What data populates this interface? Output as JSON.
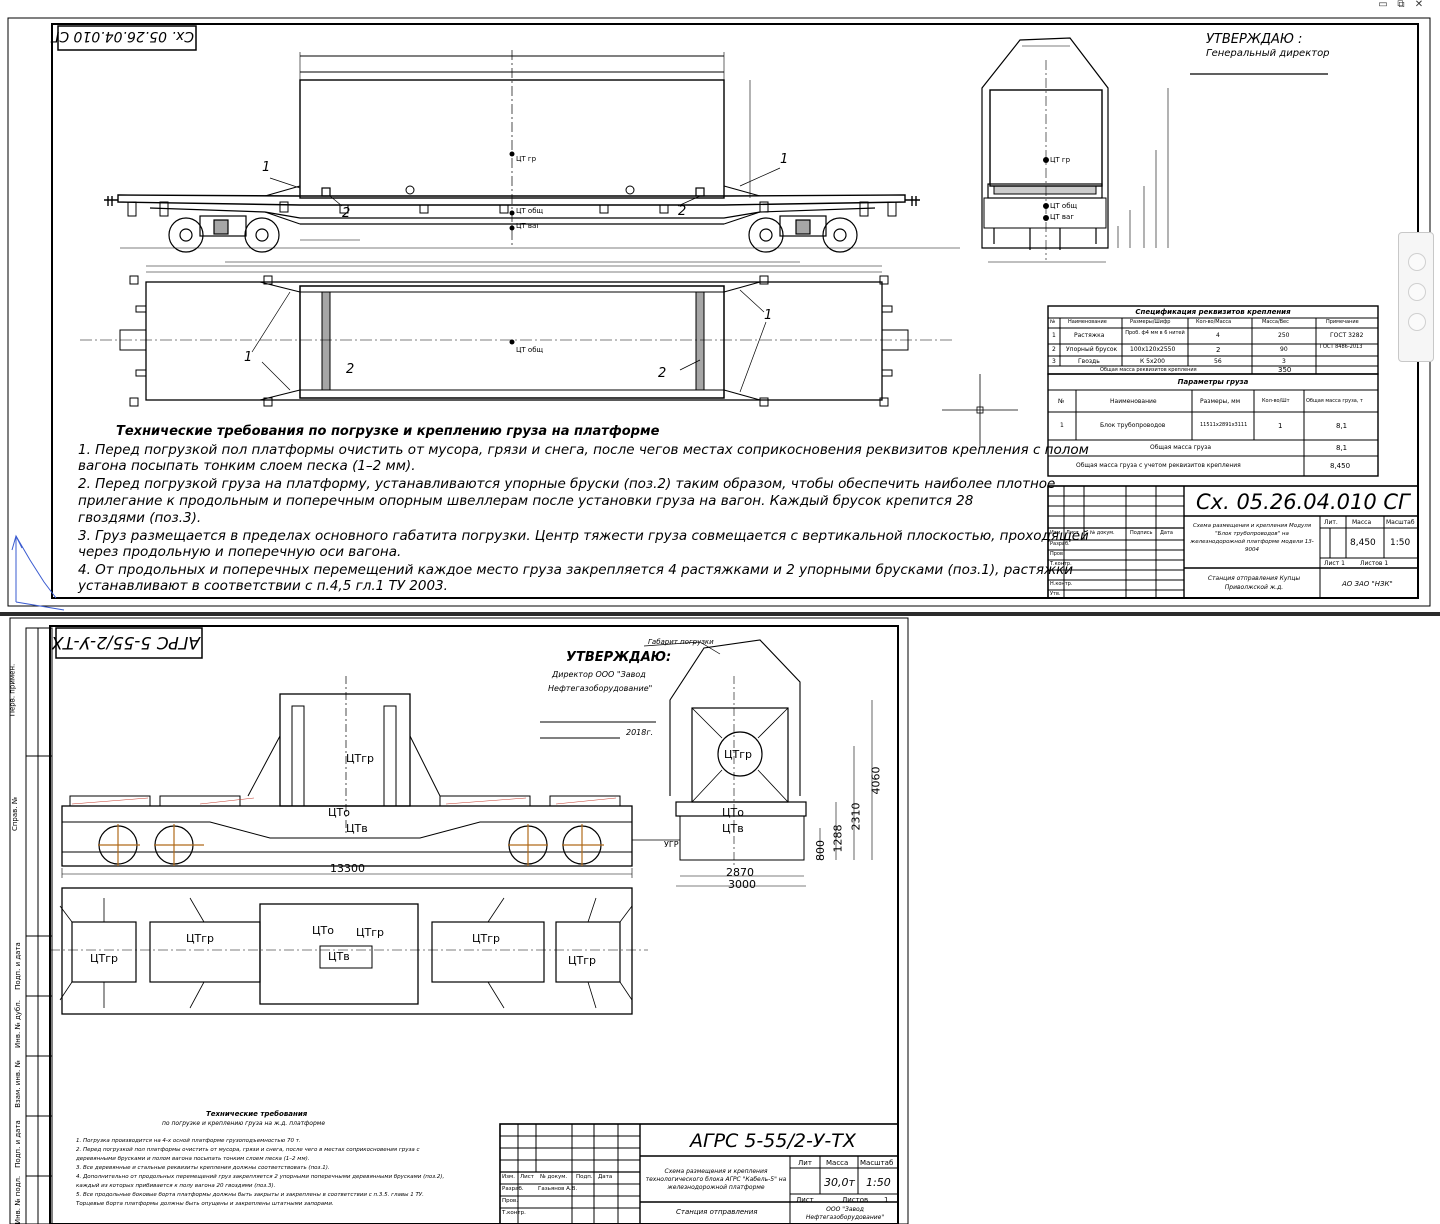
{
  "window_controls": {
    "restore": "▭",
    "minimize": "⧉",
    "close": "✕"
  },
  "sheet1": {
    "stamp_code_rotated": "Сх. 05.26.04.010 СГ",
    "approve_title": "УТВЕРЖДАЮ :",
    "approve_subtitle": "Генеральный директор",
    "labels": {
      "n1": "1",
      "n2": "2",
      "cg_cargo": "ЦТ гр",
      "cg_wagon": "ЦТ ваг",
      "cg_common": "ЦТ общ"
    },
    "requirements_title": "Технические требования по погрузке и креплению груза на платформе",
    "requirements": [
      "1.  Перед погрузкой пол платформы очистить от мусора, грязи и снега, после чегов местах соприкосновения реквизитов крепления с полом",
      "     вагона посыпать тонким слоем песка  (1–2 мм).",
      "2.  Перед погрузкой груза на платформу, устанавливаются упорные бруски (поз.2) таким образом, чтобы обеспечить наиболее плотное",
      "     прилегание к продольным и поперечным опорным швеллерам после установки груза на вагон. Каждый брусок крепится  28",
      "     гвоздями (поз.3).",
      "3.  Груз размещается в пределах основного габатита погрузки. Центр тяжести груза совмещается с вертикальной плоскостью, проходящей",
      "     через продольную и поперечную оси вагона.",
      "4.  От продольных и поперечных перемещений каждое место груза закрепляется  4  растяжками и 2  упорными брусками  (поз.1),  растяжки",
      "     устанавливают в соответствии с п.4,5  гл.1  ТУ  2003."
    ],
    "spec_table": {
      "title": "Спецификация реквизитов крепления",
      "headers": [
        "№",
        "Наименование",
        "Размеры/Шифр",
        "Кол-во/Масса",
        "Масса/Вес",
        "Примечание"
      ],
      "rows": [
        [
          "1",
          "Растяжка",
          "Проб. ф4 мм в 6 нитей",
          "4",
          "250",
          "ГОСТ 3282"
        ],
        [
          "2",
          "Упорный брусок",
          "100х120х2550",
          "2",
          "90",
          "ГОСТ 8486-2013"
        ],
        [
          "3",
          "Гвоздь",
          "К 5х200",
          "56",
          "3",
          ""
        ]
      ],
      "total_label": "Общая масса реквизитов крепления",
      "total_value": "350"
    },
    "cargo_table": {
      "title": "Параметры груза",
      "headers": [
        "№",
        "Наименование",
        "Размеры, мм",
        "Кол-во/Шт",
        "Общая масса груза, т"
      ],
      "rows": [
        [
          "1",
          "Блок трубопроводов",
          "11511х2891х3111",
          "1",
          "8,1"
        ]
      ],
      "total_mass_label": "Общая масса груза",
      "total_mass_value": "8,1",
      "total_with_label": "Общая масса груза с учетом реквизитов крепления",
      "total_with_value": "8,450"
    },
    "title_block": {
      "code": "Сх. 05.26.04.010 СГ",
      "description": "Схема размещения и крепления Модуля \"Блок трубопроводов\" на железнодорожной платформе модели 13-9004",
      "col_heads": [
        "Изм.",
        "Лист",
        "№ докум.",
        "Подпись",
        "Дата"
      ],
      "rows": [
        "Разраб.",
        "Пров.",
        "Т.контр.",
        "Н.контр.",
        "Утв."
      ],
      "lit_label": "Лит.",
      "mass_label": "Масса",
      "scale_label": "Масштаб",
      "mass": "8,450",
      "scale": "1:50",
      "sheet": "Лист   1",
      "sheets": "Листов   1",
      "station": "Станция отправления Купцы Приволжской ж.д.",
      "company": "АО ЗАО \"НЗК\""
    }
  },
  "sheet2": {
    "stamp_code_rotated": "АГРС 5-55/2-У-ТХ",
    "approve_title": "УТВЕРЖДАЮ:",
    "approve_line1": "Директор ООО \"Завод",
    "approve_line2": "Нефтегазоборудование\"",
    "approve_year": "2018г.",
    "gabarit_label": "Габарит погрузки",
    "labels": {
      "cg_cargo": "ЦТгр",
      "cg_common": "ЦТо",
      "cg_wagon": "ЦТв",
      "ugr": "УГР"
    },
    "dims": {
      "length": "13300",
      "height_total": "4060",
      "h2310": "2310",
      "h1288": "1288",
      "h800": "800",
      "w2870": "2870",
      "w3000": "3000"
    },
    "side_stamp": [
      "Перв. примен.",
      "Справ. №",
      "Подп. и дата",
      "Инв. № дубл.",
      "Взам. инв. №",
      "Подп. и дата",
      "Инв. № подл."
    ],
    "requirements_title": "Технические требования",
    "requirements_subtitle": "по погрузке и креплению груза на ж.д. платформе",
    "requirements": [
      "1. Погрузка производится на 4-х осной платформе грузоподъемностью 70 т.",
      "2. Перед погрузкой пол платформы очистить от мусора, грязи и снега, после чего в местах соприкосновения груза с",
      "   деревянными брусками и полом вагона посыпать тонким слоем песка (1–2 мм).",
      "3. Все деревянные и стальные реквизиты крепления должны соответствовать (поз.1).",
      "4. Дополнительно от продольных перемещений груз закрепляется 2 упорными поперечными деревянными брусками (поз.2),",
      "   каждый из которых прибивается к полу вагона 20 гвоздями (поз.3).",
      "5. Все продольные боковые борта платформы должны быть закрыты и закреплены в соответствии с п.3.5. главы 1 ТУ.",
      "   Торцевые борта платформы должны быть опущены и закреплены штатными запорами."
    ],
    "title_block": {
      "code": "АГРС 5-55/2-У-ТХ",
      "description": "Схема размещения и крепления технологического блока АГРС \"Кабель-5\" на железнодорожной платформе",
      "col_heads": [
        "Изм.",
        "Лист",
        "№ докум.",
        "Подп.",
        "Дата"
      ],
      "rows": [
        "Разраб.",
        "Пров.",
        "Т.контр."
      ],
      "developer": "Газьянов А.В.",
      "lit_label": "Лит",
      "mass_label": "Масса",
      "scale_label": "Масштаб",
      "mass": "30,0т",
      "scale": "1:50",
      "sheet_label": "Лист",
      "sheets_label": "Листов",
      "sheets": "1",
      "station": "Станция отправления",
      "company": "ООО \"Завод Нефтегазоборудование\""
    }
  }
}
